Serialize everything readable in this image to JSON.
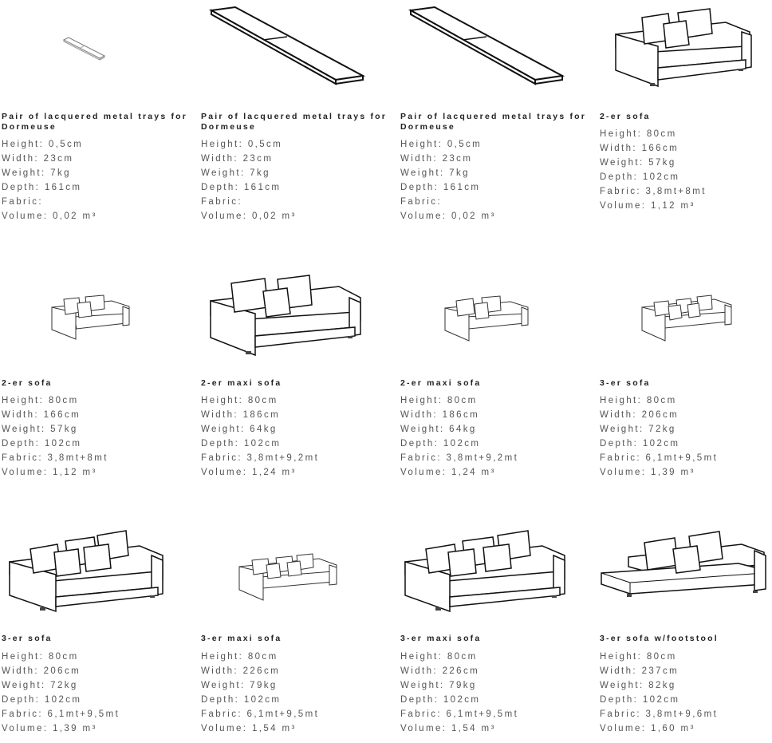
{
  "products": [
    {
      "title": "Pair of lacquered metal trays for Dormeuse",
      "illustration": "tray-small-icon",
      "specs": {
        "height": "Height: 0,5cm",
        "width": "Width: 23cm",
        "weight": "Weight: 7kg",
        "depth": "Depth: 161cm",
        "fabric": "Fabric:",
        "volume": "Volume: 0,02 m³"
      }
    },
    {
      "title": "Pair of lacquered metal trays for Dormeuse",
      "illustration": "tray-large-icon",
      "specs": {
        "height": "Height: 0,5cm",
        "width": "Width: 23cm",
        "weight": "Weight: 7kg",
        "depth": "Depth: 161cm",
        "fabric": "Fabric:",
        "volume": "Volume: 0,02 m³"
      }
    },
    {
      "title": "Pair of lacquered metal trays for Dormeuse",
      "illustration": "tray-large-icon",
      "specs": {
        "height": "Height: 0,5cm",
        "width": "Width: 23cm",
        "weight": "Weight: 7kg",
        "depth": "Depth: 161cm",
        "fabric": "Fabric:",
        "volume": "Volume: 0,02 m³"
      }
    },
    {
      "title": "2-er sofa",
      "illustration": "sofa-2-seat-icon",
      "specs": {
        "height": "Height: 80cm",
        "width": "Width: 166cm",
        "weight": "Weight: 57kg",
        "depth": "Depth: 102cm",
        "fabric": "Fabric: 3,8mt+8mt",
        "volume": "Volume: 1,12 m³"
      }
    },
    {
      "title": "2-er sofa",
      "illustration": "sofa-2-seat-icon",
      "specs": {
        "height": "Height: 80cm",
        "width": "Width: 166cm",
        "weight": "Weight: 57kg",
        "depth": "Depth: 102cm",
        "fabric": "Fabric: 3,8mt+8mt",
        "volume": "Volume: 1,12 m³"
      }
    },
    {
      "title": "2-er maxi sofa",
      "illustration": "sofa-2-seat-maxi-icon",
      "specs": {
        "height": "Height: 80cm",
        "width": "Width: 186cm",
        "weight": "Weight: 64kg",
        "depth": "Depth: 102cm",
        "fabric": "Fabric: 3,8mt+9,2mt",
        "volume": "Volume: 1,24 m³"
      }
    },
    {
      "title": "2-er maxi sofa",
      "illustration": "sofa-2-seat-maxi-icon",
      "specs": {
        "height": "Height: 80cm",
        "width": "Width: 186cm",
        "weight": "Weight: 64kg",
        "depth": "Depth: 102cm",
        "fabric": "Fabric: 3,8mt+9,2mt",
        "volume": "Volume: 1,24 m³"
      }
    },
    {
      "title": "3-er sofa",
      "illustration": "sofa-3-seat-icon",
      "specs": {
        "height": "Height: 80cm",
        "width": "Width: 206cm",
        "weight": "Weight: 72kg",
        "depth": "Depth: 102cm",
        "fabric": "Fabric: 6,1mt+9,5mt",
        "volume": "Volume: 1,39 m³"
      }
    },
    {
      "title": "3-er sofa",
      "illustration": "sofa-3-seat-icon",
      "specs": {
        "height": "Height: 80cm",
        "width": "Width: 206cm",
        "weight": "Weight: 72kg",
        "depth": "Depth: 102cm",
        "fabric": "Fabric: 6,1mt+9,5mt",
        "volume": "Volume: 1,39 m³"
      }
    },
    {
      "title": "3-er maxi sofa",
      "illustration": "sofa-3-seat-maxi-icon",
      "specs": {
        "height": "Height: 80cm",
        "width": "Width: 226cm",
        "weight": "Weight: 79kg",
        "depth": "Depth: 102cm",
        "fabric": "Fabric: 6,1mt+9,5mt",
        "volume": "Volume: 1,54 m³"
      }
    },
    {
      "title": "3-er maxi sofa",
      "illustration": "sofa-3-seat-maxi-icon",
      "specs": {
        "height": "Height: 80cm",
        "width": "Width: 226cm",
        "weight": "Weight: 79kg",
        "depth": "Depth: 102cm",
        "fabric": "Fabric: 6,1mt+9,5mt",
        "volume": "Volume: 1,54 m³"
      }
    },
    {
      "title": "3-er sofa w/footstool",
      "illustration": "sofa-footstool-icon",
      "specs": {
        "height": "Height: 80cm",
        "width": "Width: 237cm",
        "weight": "Weight: 82kg",
        "depth": "Depth: 102cm",
        "fabric": "Fabric: 3,8mt+9,6mt",
        "volume": "Volume: 1,60 m³"
      }
    }
  ]
}
